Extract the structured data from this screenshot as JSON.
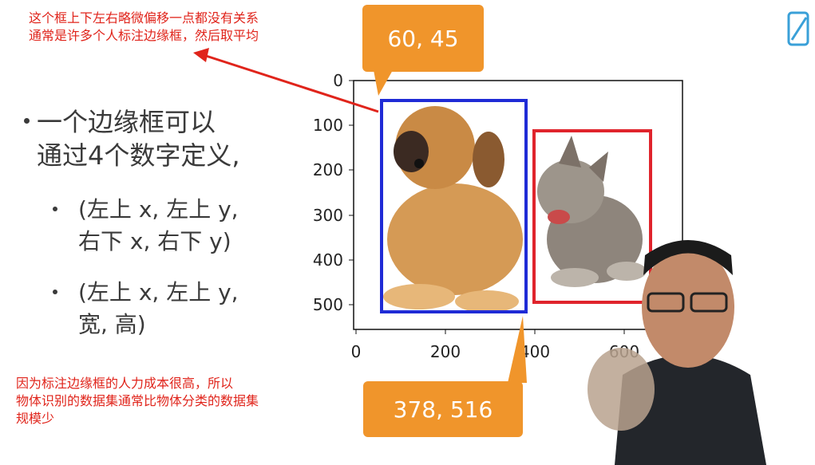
{
  "annotations": {
    "top_note": "这个框上下左右略微偏移一点都没有关系\n通常是许多个人标注边缘框，然后取平均",
    "bottom_note": "因为标注边缘框的人力成本很高，所以\n物体识别的数据集通常比物体分类的数据集\n规模少"
  },
  "slide": {
    "bullet_main": "一个边缘框可以\n通过4个数字定义,",
    "sub_bullets": [
      "(左上 x, 左上 y,\n 右下 x, 右下 y)",
      "(左上 x, 左上 y,\n 宽, 高)"
    ]
  },
  "callouts": {
    "top_left_corner": "60, 45",
    "bottom_right_corner": "378, 516"
  },
  "plot": {
    "x_ticks": [
      "0",
      "200",
      "400",
      "600"
    ],
    "y_ticks": [
      "0",
      "100",
      "200",
      "300",
      "400",
      "500"
    ]
  },
  "boxes": {
    "dog_color": "#1f2bd6",
    "cat_color": "#e0242c"
  },
  "colors": {
    "annotation_red": "#e0241b",
    "callout_orange": "#f0952b"
  },
  "icons": {
    "watermark": "bilibili-logo-icon"
  }
}
